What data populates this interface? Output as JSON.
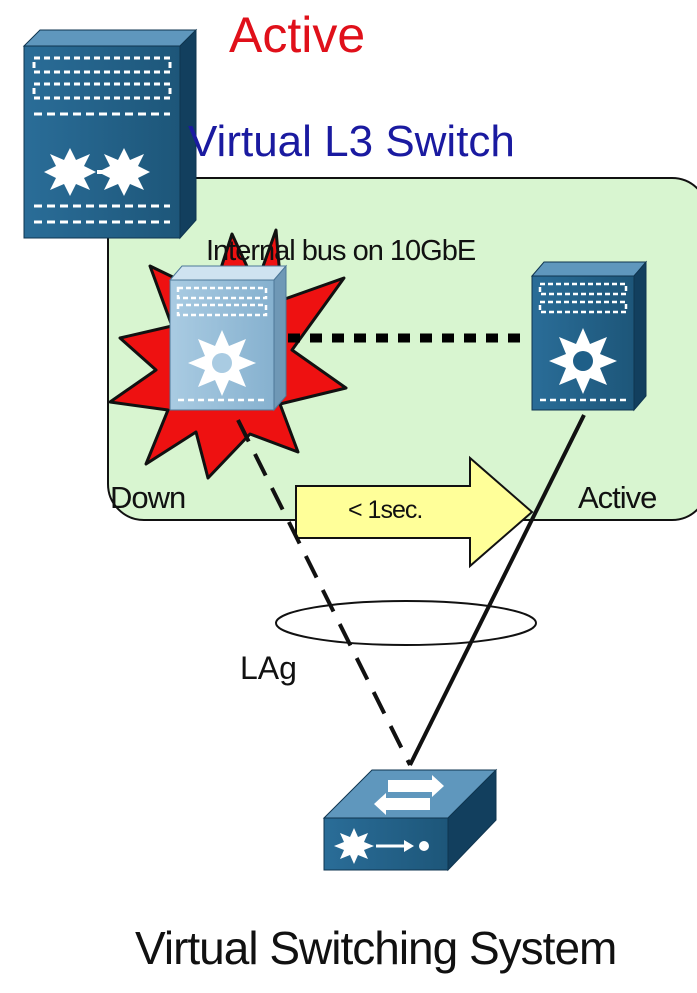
{
  "labels": {
    "active_top": "Active",
    "virtual_l3_switch": "Virtual L3 Switch",
    "internal_bus": "Internal bus on 10GbE",
    "down": "Down",
    "active_right": "Active",
    "failover_time": "< 1sec.",
    "lag": "LAg",
    "system_title": "Virtual Switching System"
  },
  "icons": {
    "standalone_switch": "chassis-switch-icon",
    "failed_switch": "chassis-switch-icon",
    "active_switch": "chassis-switch-icon",
    "access_switch": "workgroup-switch-icon",
    "failure_burst": "explosion-icon"
  },
  "colors": {
    "active_text": "#e0101a",
    "title_blue": "#1a1aa0",
    "virtual_box_fill": "#d8f5d0",
    "arrow_fill": "#ffff99",
    "switch_blue": "#1f5f88",
    "switch_failed": "#8fb7d2",
    "burst_red": "#ee1111"
  }
}
